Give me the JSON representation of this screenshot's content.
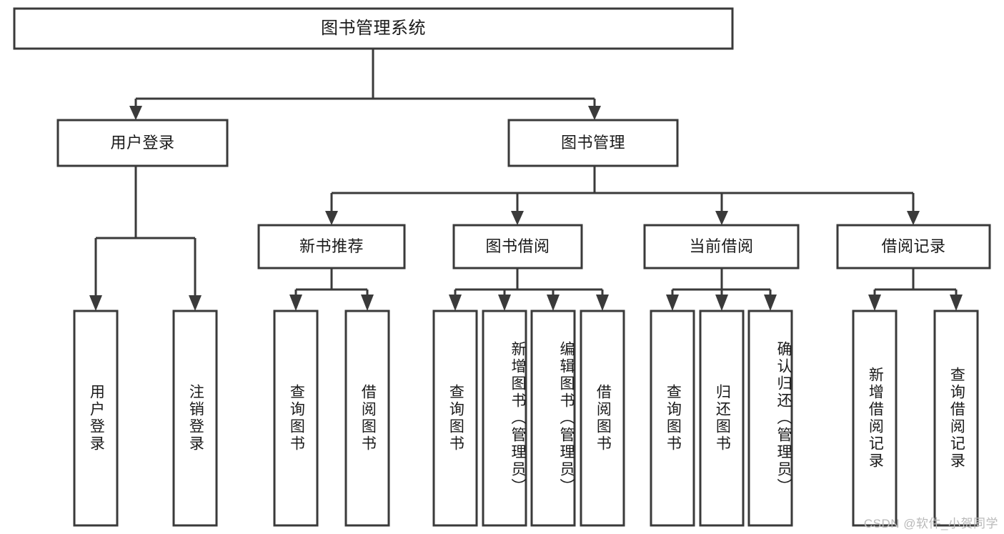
{
  "diagram": {
    "title": "图书管理系统",
    "root": {
      "label": "图书管理系统"
    },
    "level2": [
      {
        "label": "用户登录"
      },
      {
        "label": "图书管理"
      }
    ],
    "level3": [
      {
        "label": "新书推荐"
      },
      {
        "label": "图书借阅"
      },
      {
        "label": "当前借阅"
      },
      {
        "label": "借阅记录"
      }
    ],
    "leaves_user_login": [
      {
        "label": "用户登录"
      },
      {
        "label": "注销登录"
      }
    ],
    "leaves_new_book": [
      {
        "label": "查询图书"
      },
      {
        "label": "借阅图书"
      }
    ],
    "leaves_borrow": [
      {
        "label": "查询图书"
      },
      {
        "label": "新增图书（管理员）"
      },
      {
        "label": "编辑图书（管理员）"
      },
      {
        "label": "借阅图书"
      }
    ],
    "leaves_current": [
      {
        "label": "查询图书"
      },
      {
        "label": "归还图书"
      },
      {
        "label": "确认归还（管理员）"
      }
    ],
    "leaves_record": [
      {
        "label": "新增借阅记录"
      },
      {
        "label": "查询借阅记录"
      }
    ]
  },
  "watermark": {
    "text": "CSDN @软件_小贺同学"
  },
  "colors": {
    "stroke": "#3a3a3a",
    "fill": "#ffffff",
    "text": "#1a1a1a",
    "watermark": "#b9b9b9"
  }
}
